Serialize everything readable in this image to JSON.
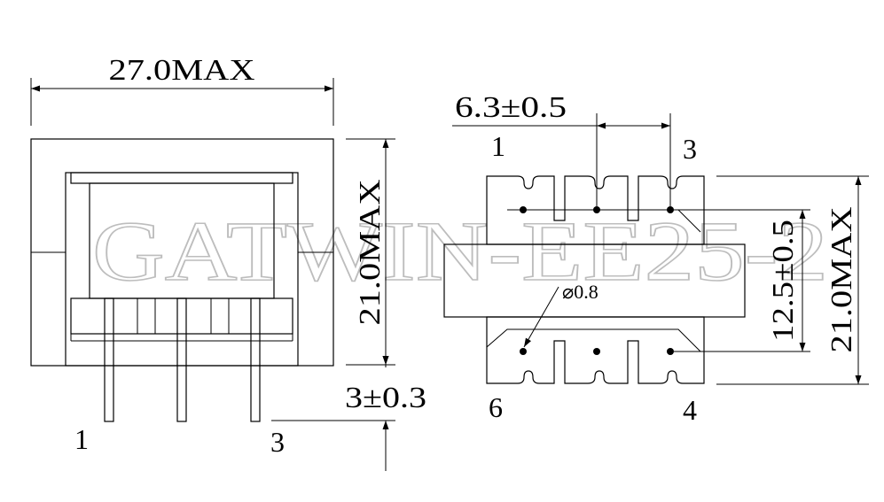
{
  "watermark": "GATWIN-EE25-2",
  "side_view": {
    "width_dim": "27.0MAX",
    "height_dim": "21.0MAX",
    "pin_length_dim": "3±0.3",
    "pin_labels": [
      "1",
      "3"
    ]
  },
  "top_view": {
    "pitch_dim": "6.3±0.5",
    "row_spacing_dim": "12.5±0.5",
    "height_dim": "21.0MAX",
    "hole_dim": "⌀0.8",
    "pin_labels": {
      "top_left": "1",
      "top_right": "3",
      "bottom_left": "6",
      "bottom_right": "4"
    }
  }
}
